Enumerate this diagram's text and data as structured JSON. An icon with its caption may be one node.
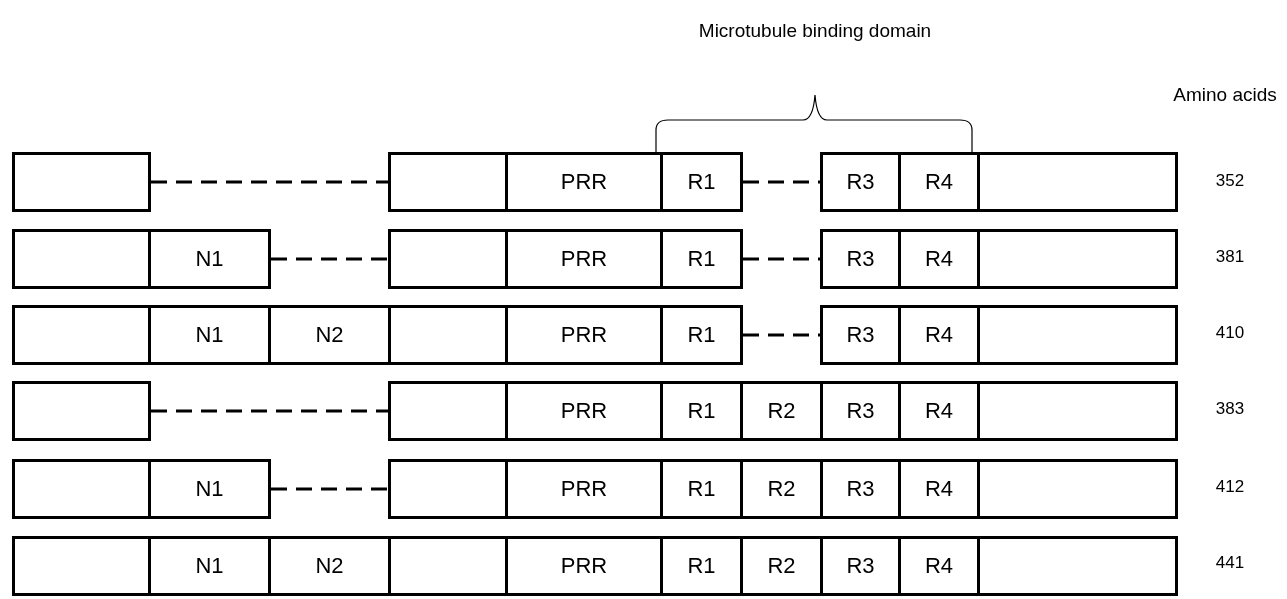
{
  "diagram": {
    "nodes": [
      {
        "text": [],
        "shape": "box"
      },
      {
        "text": [],
        "shape": "box"
      },
      {
        "text": [
          "PRR"
        ]
      },
      {
        "text": [
          "R1"
        ]
      },
      {
        "text": [
          "R3"
        ]
      },
      {
        "text": [
          "R4"
        ]
      },
      {
        "text": [],
        "shape": "box"
      },
      {
        "text": [],
        "shape": "box"
      },
      {
        "text": [
          "N1"
        ]
      },
      {
        "text": [],
        "shape": "box"
      },
      {
        "text": [
          "PRR"
        ]
      },
      {
        "text": [
          "R1"
        ]
      },
      {
        "text": [
          "R3"
        ]
      },
      {
        "text": [
          "R4"
        ]
      },
      {
        "text": [],
        "shape": "box"
      },
      {
        "text": [],
        "shape": "box"
      },
      {
        "text": [
          "N1"
        ]
      },
      {
        "text": [
          "N2"
        ]
      },
      {
        "text": [],
        "shape": "box"
      },
      {
        "text": [
          "PRR"
        ]
      },
      {
        "text": [
          "R1"
        ]
      },
      {
        "text": [
          "R3"
        ]
      },
      {
        "text": [
          "R4"
        ]
      },
      {
        "text": [],
        "shape": "box"
      },
      {
        "text": [],
        "shape": "box"
      },
      {
        "text": [],
        "shape": "box"
      },
      {
        "text": [
          "PRR"
        ]
      },
      {
        "text": [
          "R1"
        ]
      },
      {
        "text": [
          "R2"
        ]
      },
      {
        "text": [
          "R3"
        ]
      },
      {
        "text": [
          "R4"
        ]
      },
      {
        "text": [],
        "shape": "box"
      },
      {
        "text": [],
        "shape": "box"
      },
      {
        "text": [
          "N1"
        ]
      },
      {
        "text": [],
        "shape": "box"
      },
      {
        "text": [
          "PRR"
        ]
      },
      {
        "text": [
          "R1"
        ]
      },
      {
        "text": [
          "R2"
        ]
      },
      {
        "text": [
          "R3"
        ]
      },
      {
        "text": [
          "R4"
        ]
      },
      {
        "text": [],
        "shape": "box"
      },
      {
        "text": [],
        "shape": "box"
      },
      {
        "text": [
          "N1"
        ]
      },
      {
        "text": [
          "N2"
        ]
      },
      {
        "text": [],
        "shape": "box"
      },
      {
        "text": [
          "PRR"
        ]
      },
      {
        "text": [
          "R1"
        ]
      },
      {
        "text": [
          "R2"
        ]
      },
      {
        "text": [
          "R3"
        ]
      },
      {
        "text": [
          "R4"
        ]
      },
      {
        "text": [],
        "shape": "box"
      }
    ],
    "edges": [
      {
        "from": 0,
        "to": 1,
        "arrow": "none",
        "style": "dashed"
      },
      {
        "from": 3,
        "to": 4,
        "arrow": "none",
        "style": "dashed"
      },
      {
        "from": 8,
        "to": 9,
        "arrow": "none",
        "style": "dashed"
      },
      {
        "from": 11,
        "to": 12,
        "arrow": "none",
        "style": "dashed"
      },
      {
        "from": 20,
        "to": 21,
        "arrow": "none",
        "style": "dashed"
      },
      {
        "from": 24,
        "to": 25,
        "arrow": "none",
        "style": "dashed"
      },
      {
        "from": 33,
        "to": 34,
        "arrow": "none",
        "style": "dashed"
      }
    ],
    "labels": [
      "Microtubule binding domain",
      "Amino acids",
      "352",
      "381",
      "410",
      "383",
      "412",
      "441"
    ]
  }
}
